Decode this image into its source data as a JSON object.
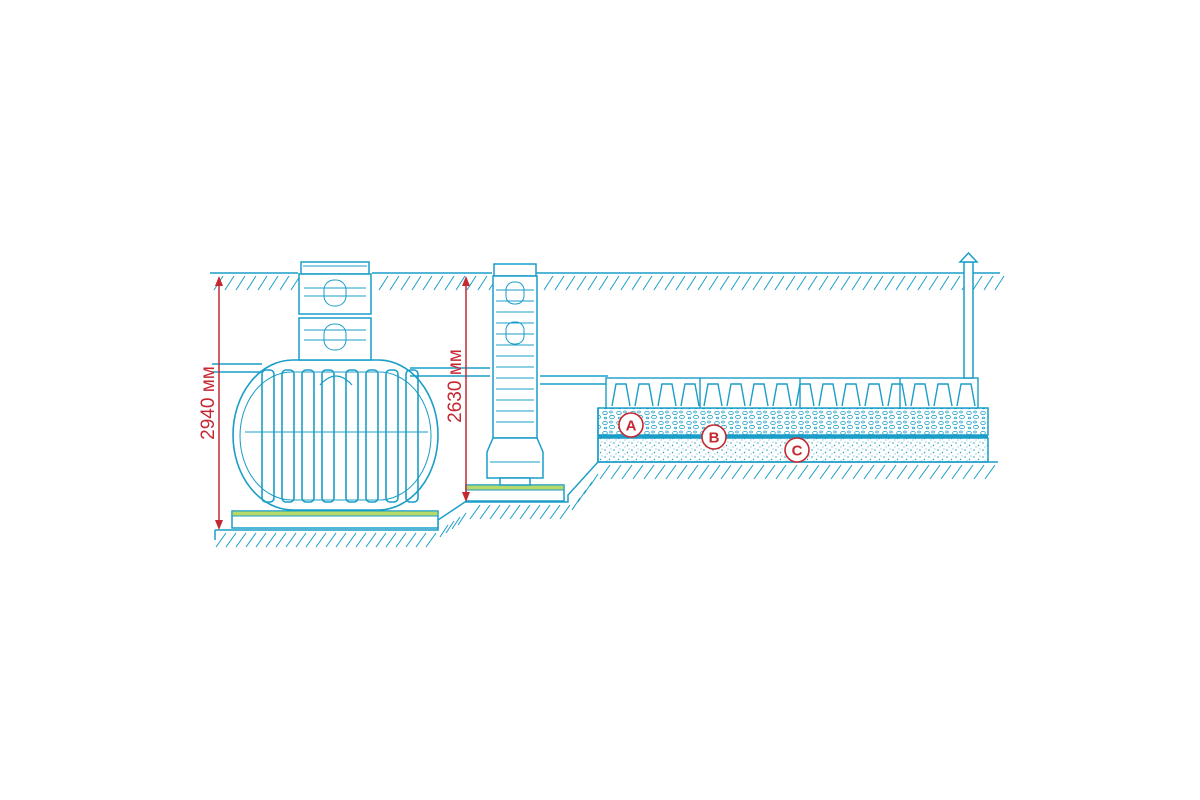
{
  "diagram": {
    "colors": {
      "line": "#1a9ec8",
      "line_light": "#8fd0e6",
      "dimension": "#c62832",
      "pad": "#b6d96a",
      "background": "#ffffff"
    },
    "dimensions": {
      "tank_height": "2940 мм",
      "well_height": "2630 мм"
    },
    "layers": [
      {
        "id": "A"
      },
      {
        "id": "B"
      },
      {
        "id": "C"
      }
    ]
  }
}
